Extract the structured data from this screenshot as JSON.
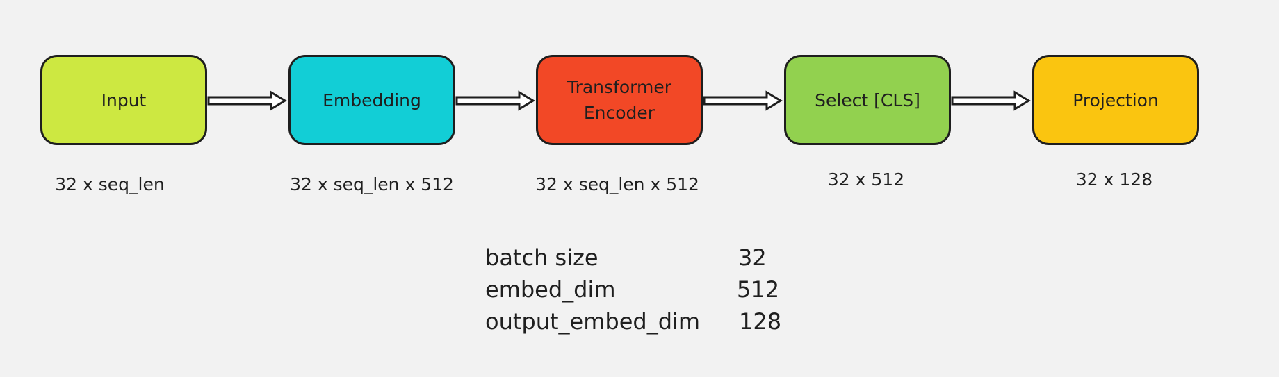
{
  "diagram": {
    "nodes": [
      {
        "label": "Input",
        "color": "#cde841"
      },
      {
        "label": "Embedding",
        "color": "#12ced6"
      },
      {
        "label": "Transformer\nEncoder",
        "color": "#f24826"
      },
      {
        "label": "Select [CLS]",
        "color": "#92d14f"
      },
      {
        "label": "Projection",
        "color": "#fac510"
      }
    ],
    "shapes": [
      "32 x seq_len",
      "32 x seq_len x 512",
      "32 x seq_len x 512",
      "32 x 512",
      "32 x 128"
    ],
    "parameters": [
      {
        "name": "batch size",
        "value": "32"
      },
      {
        "name": "embed_dim",
        "value": "512"
      },
      {
        "name": "output_embed_dim",
        "value": "128"
      }
    ],
    "arrow_style": "hollow block arrow"
  }
}
